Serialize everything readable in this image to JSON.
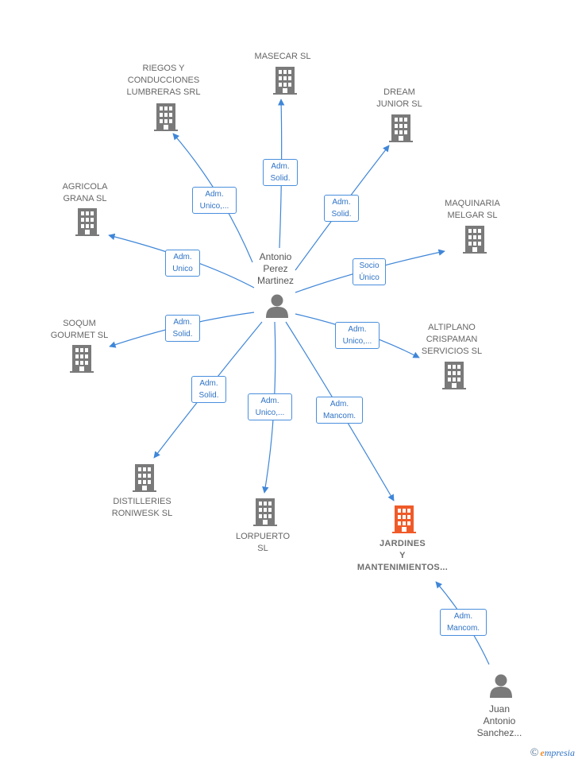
{
  "persons": {
    "central": {
      "lines": [
        "Antonio",
        "Perez",
        "Martinez"
      ]
    },
    "secondary": {
      "lines": [
        "Juan",
        "Antonio",
        "Sanchez..."
      ]
    }
  },
  "companies": {
    "masecar": {
      "lines": [
        "MASECAR SL"
      ]
    },
    "riegos": {
      "lines": [
        "RIEGOS Y",
        "CONDUCCIONES",
        "LUMBRERAS SRL"
      ]
    },
    "dream": {
      "lines": [
        "DREAM",
        "JUNIOR  SL"
      ]
    },
    "agricola": {
      "lines": [
        "AGRICOLA",
        "GRANA  SL"
      ]
    },
    "maquinaria": {
      "lines": [
        "MAQUINARIA",
        "MELGAR  SL"
      ]
    },
    "soqum": {
      "lines": [
        "SOQUM",
        "GOURMET  SL"
      ]
    },
    "altiplano": {
      "lines": [
        "ALTIPLANO",
        "CRISPAMAN",
        "SERVICIOS  SL"
      ]
    },
    "distilleries": {
      "lines": [
        "DISTILLERIES",
        "RONIWESK SL"
      ]
    },
    "lorpuerto": {
      "lines": [
        "LORPUERTO",
        "SL"
      ]
    },
    "jardines": {
      "lines": [
        "JARDINES",
        "Y",
        "MANTENIMIENTOS..."
      ]
    }
  },
  "relations": {
    "masecar": [
      "Adm.",
      "Solid."
    ],
    "riegos": [
      "Adm.",
      "Unico,..."
    ],
    "dream": [
      "Adm.",
      "Solid."
    ],
    "agricola": [
      "Adm.",
      "Unico"
    ],
    "maquinaria": [
      "Socio",
      "Único"
    ],
    "soqum": [
      "Adm.",
      "Solid."
    ],
    "altiplano": [
      "Adm.",
      "Unico,..."
    ],
    "distilleries": [
      "Adm.",
      "Solid."
    ],
    "lorpuerto": [
      "Adm.",
      "Unico,..."
    ],
    "jardines": [
      "Adm.",
      "Mancom."
    ],
    "juan_jardines": [
      "Adm.",
      "Mancom."
    ]
  },
  "colors": {
    "edge": "#3f86d8",
    "company_icon": "#7a7a7a",
    "focus_icon": "#f05a28",
    "person_icon": "#7a7a7a"
  },
  "brand": {
    "copyright": "©",
    "name_initial": "e",
    "name_rest": "mpresia"
  }
}
